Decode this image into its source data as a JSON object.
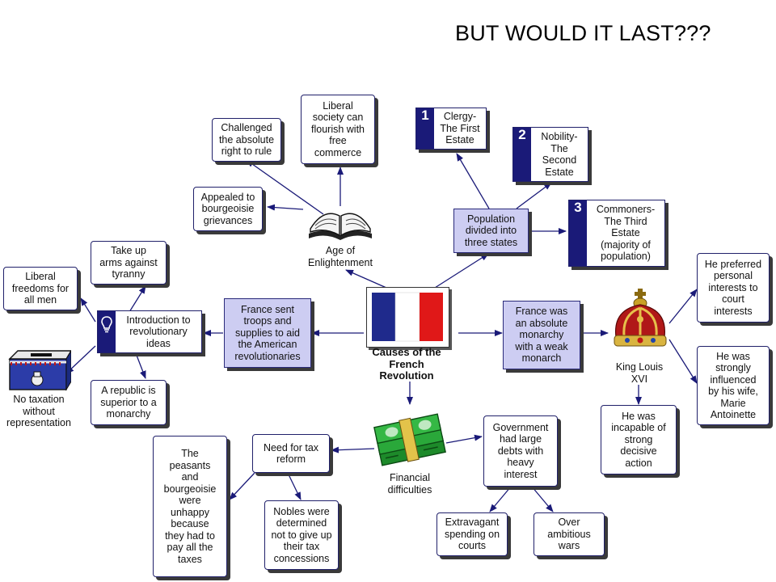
{
  "slide": {
    "title": "BUT WOULD IT LAST???"
  },
  "center": {
    "label": "Causes of the\nFrench\nRevolution",
    "flag_colors": [
      "#1f2a8c",
      "#ffffff",
      "#e01818"
    ]
  },
  "enlightenment": {
    "label": "Age of\nEnlightenment",
    "challenged": "Challenged\nthe absolute\nright to rule",
    "liberal_society": "Liberal\nsociety can\nflourish with\nfree\ncommerce",
    "appealed": "Appealed to\nbourgeoisie\ngrievances"
  },
  "estates": {
    "population": "Population\ndivided into\nthree states",
    "clergy": {
      "number": "1",
      "text": "Clergy-\nThe First\nEstate"
    },
    "nobility": {
      "number": "2",
      "text": "Nobility-\nThe\nSecond\nEstate"
    },
    "commoners": {
      "number": "3",
      "text": "Commoners-\nThe Third\nEstate\n(majority of\npopulation)"
    }
  },
  "monarchy": {
    "absolute": "France was\nan absolute\nmonarchy\nwith a weak\nmonarch",
    "king_label": "King Louis\nXVI",
    "personal_interests": "He preferred\npersonal\ninterests to\ncourt\ninterests",
    "influenced": "He was\nstrongly\ninfluenced\nby his wife,\nMarie\nAntoinette",
    "incapable": "He was\nincapable of\nstrong\ndecisive\naction"
  },
  "american": {
    "france_sent": "France sent\ntroops and\nsupplies to aid\nthe American\nrevolutionaries",
    "introduction": "Introduction to\nrevolutionary\nideas",
    "take_up_arms": "Take up\narms against\ntyranny",
    "liberal_freedoms": "Liberal\nfreedoms for\nall men",
    "republic": "A republic is\nsuperior to a\nmonarchy",
    "no_taxation": "No taxation\nwithout\nrepresentation"
  },
  "financial": {
    "label": "Financial\ndifficulties",
    "need_tax_reform": "Need for tax\nreform",
    "peasants": "The\npeasants\nand\nbourgeoisie\nwere\nunhappy\nbecause\nthey had to\npay all the\ntaxes",
    "nobles": "Nobles were\ndetermined\nnot to give up\ntheir tax\nconcessions",
    "government_debts": "Government\nhad large\ndebts with\nheavy\ninterest",
    "extravagant": "Extravagant\nspending on\ncourts",
    "over_ambitious": "Over\nambitious\nwars"
  },
  "colors": {
    "arrow": "#1a1a78",
    "purple_box": "#cdcdf2",
    "number_bar": "#1a1a78"
  }
}
